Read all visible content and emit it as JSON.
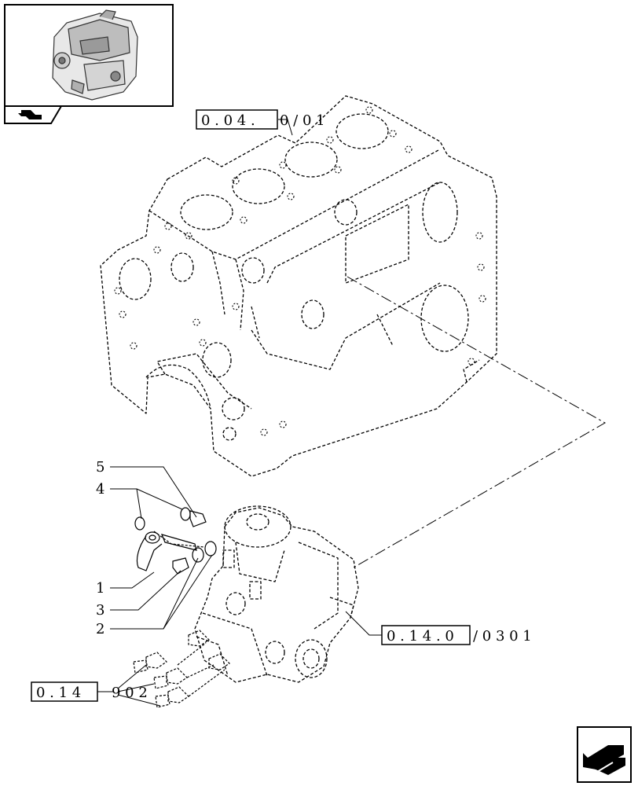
{
  "callouts": {
    "c1": "1",
    "c2": "2",
    "c3": "3",
    "c4": "4",
    "c5": "5"
  },
  "refs": {
    "block_ref_box": "0 . 0 4 .",
    "block_ref_tail": "0 / 0 1",
    "pump_ref_box": "0 . 1 4 . 0",
    "pump_ref_tail": "/ 0 3   0 1",
    "injector_ref_box": "0 . 1 4",
    "injector_ref_tail": "9   0 2"
  },
  "icons": {
    "thumbnail": "engine-thumbnail-icon",
    "tab": "back-arrow-tab-icon",
    "nav": "next-page-arrow-icon"
  }
}
